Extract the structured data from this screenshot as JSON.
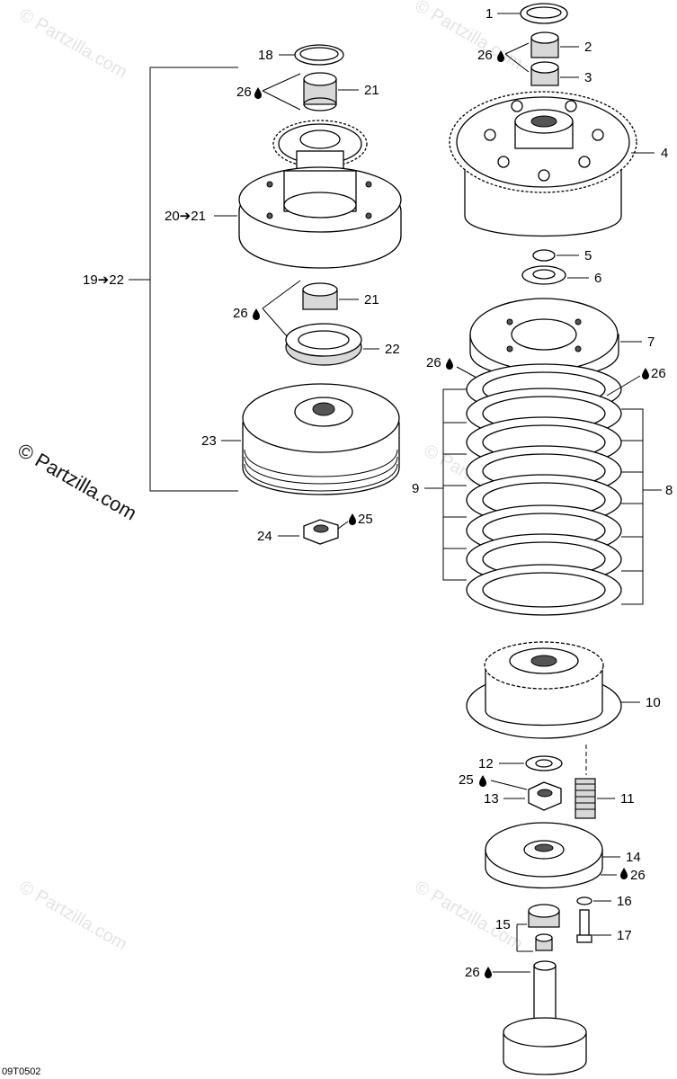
{
  "watermarks": {
    "small": "© Partzilla.com",
    "large": "© Partzilla.com"
  },
  "drawing_ref": "09T0502",
  "callouts": {
    "c1": "1",
    "c2": "2",
    "c3": "3",
    "c4": "4",
    "c5": "5",
    "c6": "6",
    "c7": "7",
    "c8": "8",
    "c9": "9",
    "c10": "10",
    "c11": "11",
    "c12": "12",
    "c13": "13",
    "c14": "14",
    "c15": "15",
    "c16": "16",
    "c17": "17",
    "c18": "18",
    "c21a": "21",
    "c21b": "21",
    "c22": "22",
    "c23": "23",
    "c24": "24",
    "c25a": "25",
    "c25b": "25",
    "c26a": "26",
    "c26b": "26",
    "c26c": "26",
    "c26d": "26",
    "c26e": "26",
    "c26f": "26",
    "c26g": "26",
    "c19to22": "19➔22",
    "c20to21": "20➔21"
  }
}
